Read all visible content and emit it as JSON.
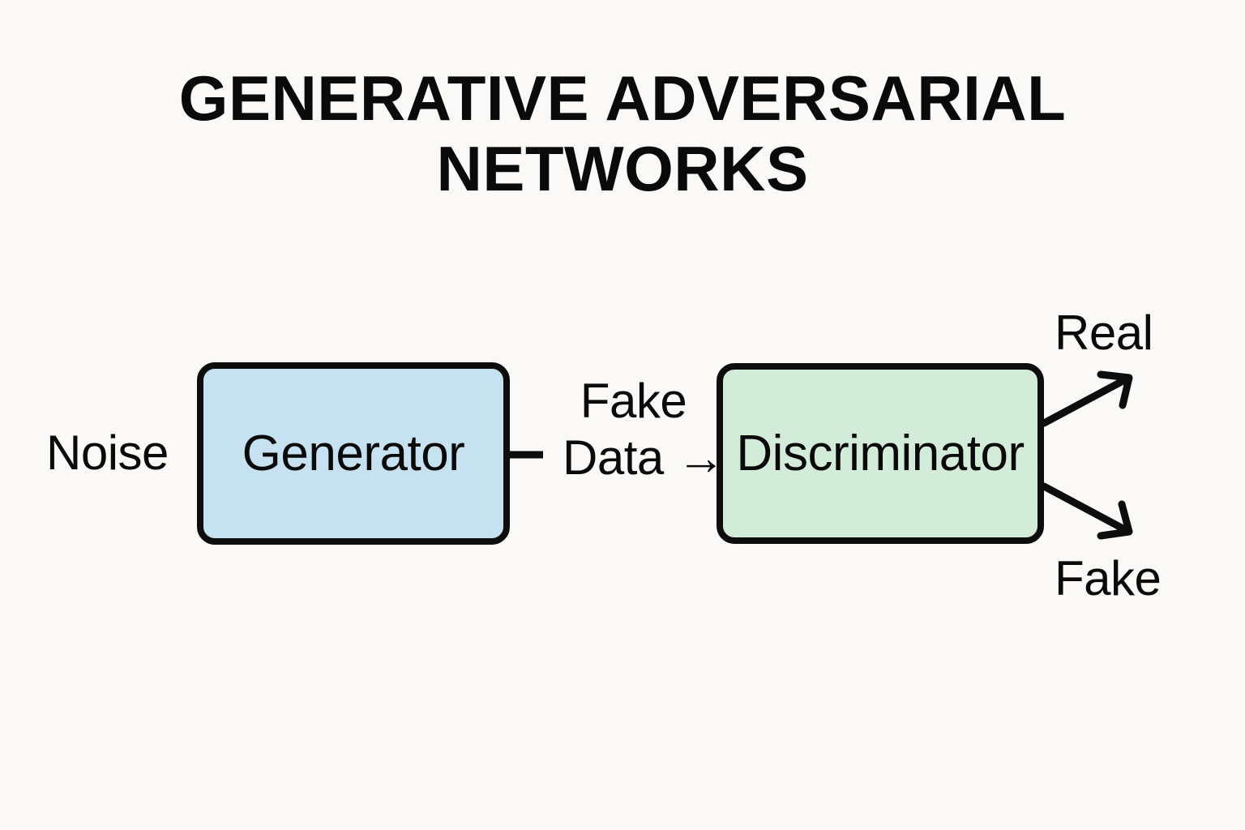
{
  "page": {
    "background_color": "#faf9f7",
    "text_color": "#0a0a0a"
  },
  "title": {
    "text": "GENERATIVE ADVERSARIAL\nNETWORKS"
  },
  "diagram": {
    "type": "flow-diagram",
    "nodes": [
      {
        "id": "generator",
        "label": "Generator",
        "fill_color": "#c6e1ef",
        "border_color": "#0d0d0d"
      },
      {
        "id": "discriminator",
        "label": "Discriminator",
        "fill_color": "#d3ecd9",
        "border_color": "#0d0d0d"
      }
    ],
    "inputs": [
      {
        "id": "noise",
        "label": "Noise"
      }
    ],
    "edges": [
      {
        "id": "fake-data-edge",
        "from": "generator",
        "to": "discriminator",
        "label_line1": "Fake",
        "label_line2": "Data →"
      },
      {
        "id": "real-edge",
        "from": "discriminator",
        "to": "real",
        "label": "Real"
      },
      {
        "id": "fake-edge",
        "from": "discriminator",
        "to": "fake",
        "label": "Fake"
      }
    ],
    "outputs": [
      {
        "id": "real",
        "label": "Real"
      },
      {
        "id": "fake",
        "label": "Fake"
      }
    ]
  }
}
